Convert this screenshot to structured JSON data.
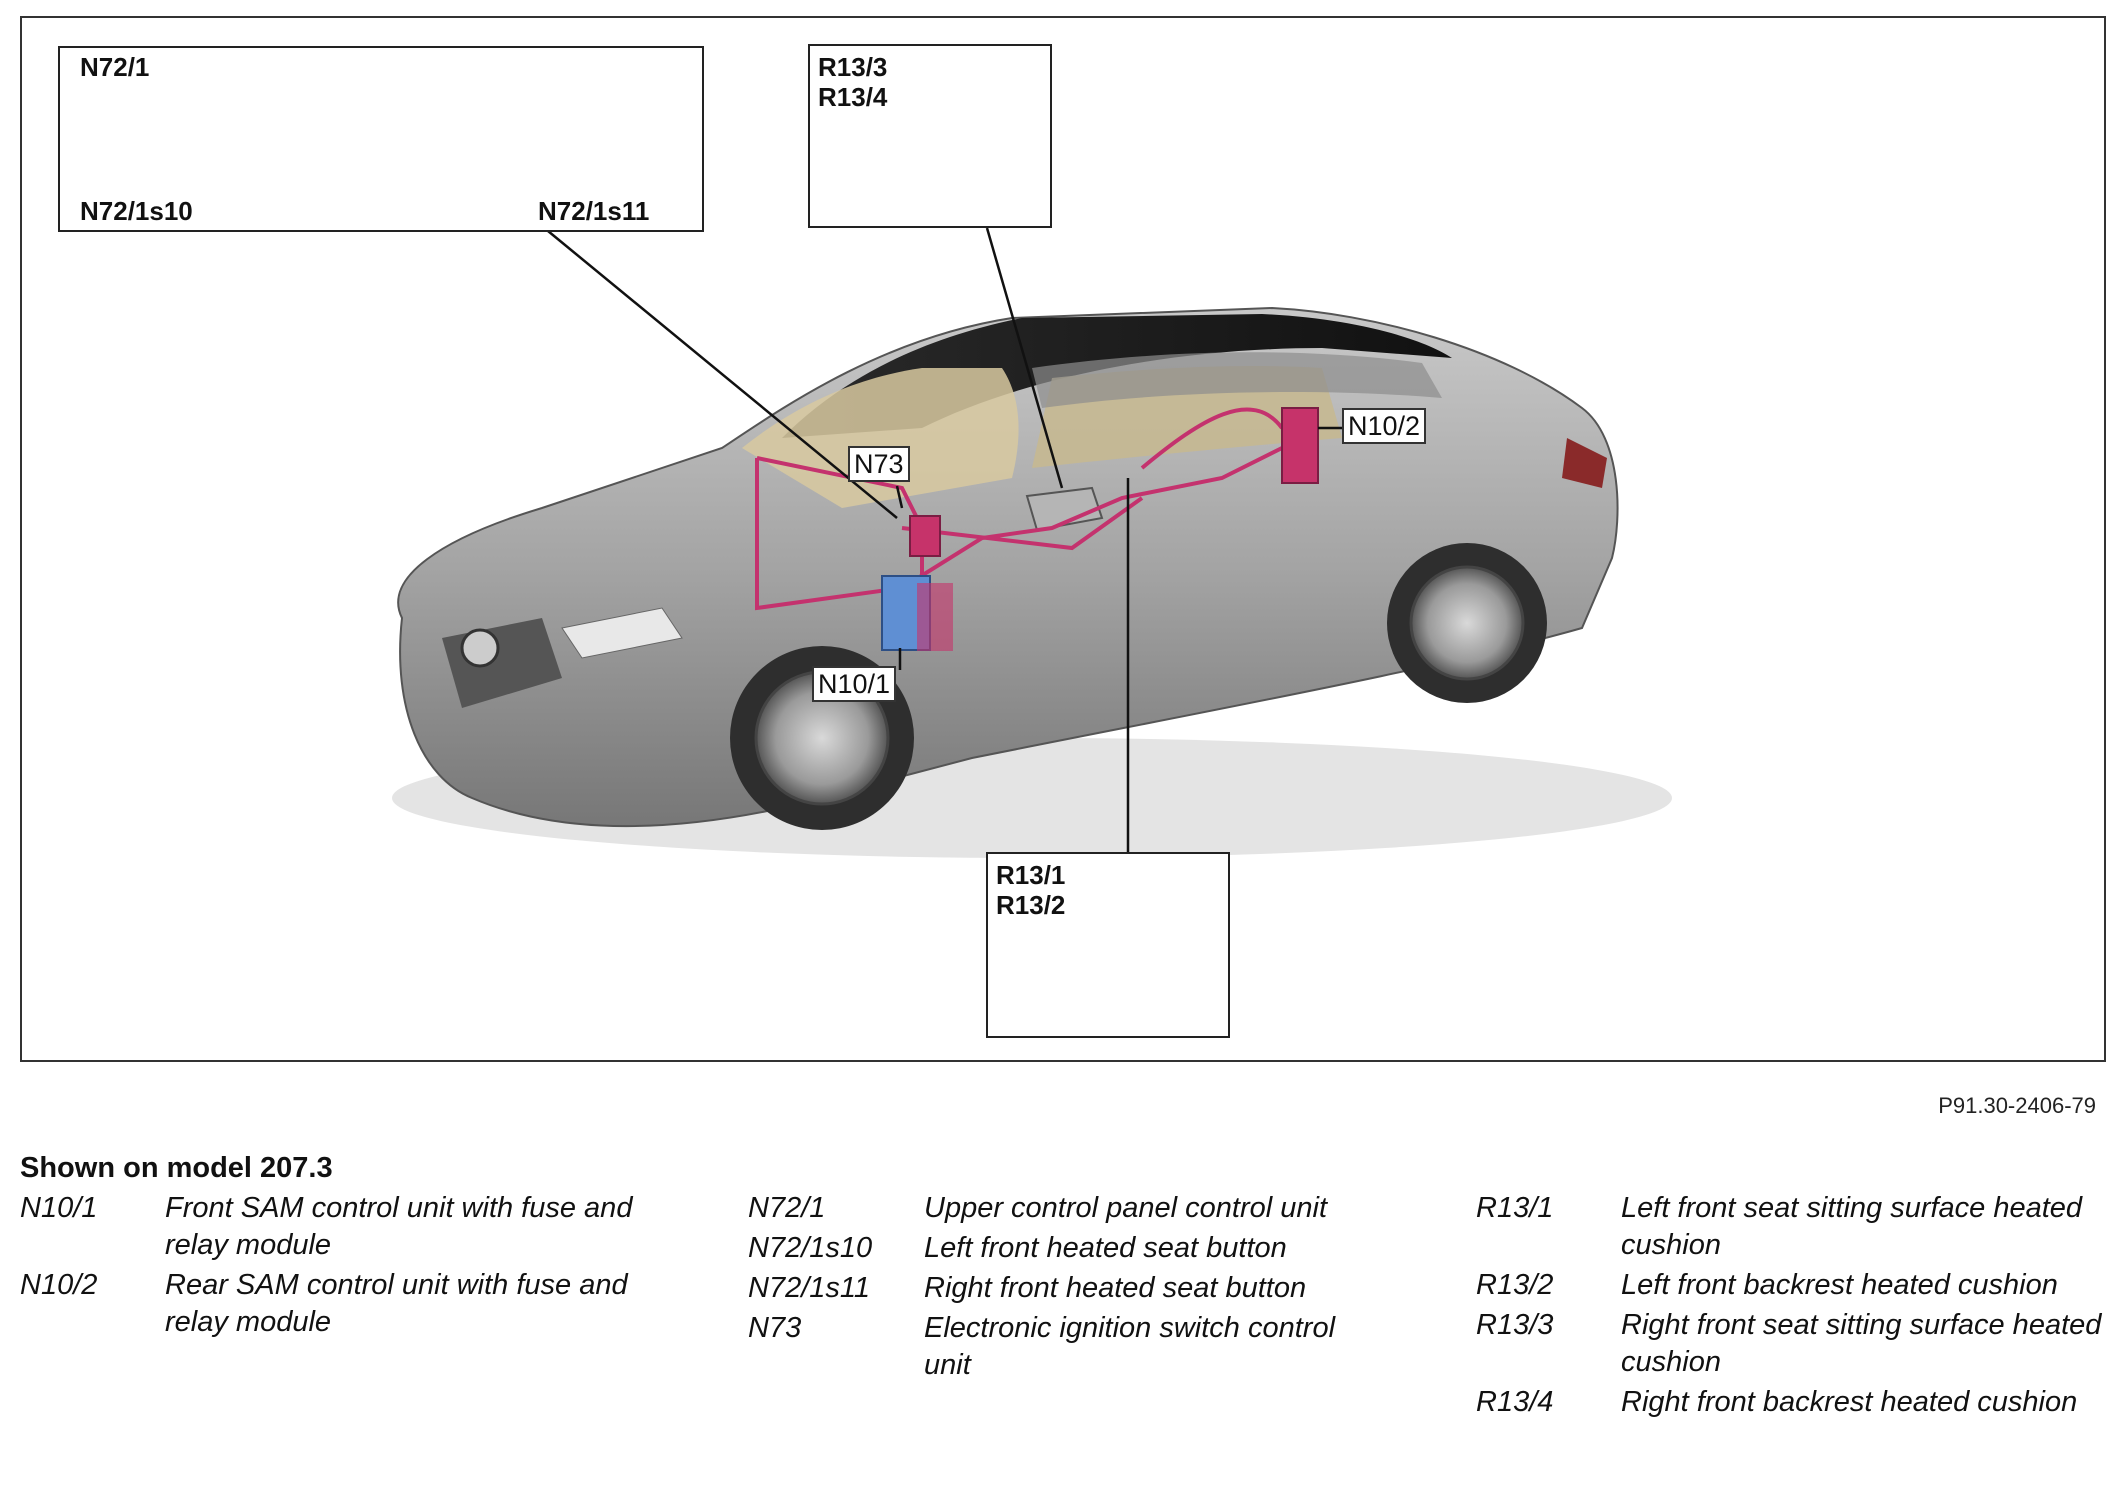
{
  "diagram": {
    "panel_label": "N72/1",
    "left_button_label": "N72/1s10",
    "right_button_label": "N72/1s11",
    "upper_seat_box": [
      "R13/3",
      "R13/4"
    ],
    "lower_seat_box": [
      "R13/1",
      "R13/2"
    ],
    "car_tags": {
      "n73": "N73",
      "n10_1": "N10/1",
      "n10_2": "N10/2"
    }
  },
  "ref_code": "P91.30-2406-79",
  "shown_on": "Shown on model 207.3",
  "legend": {
    "col1": [
      {
        "code": "N10/1",
        "desc": "Front SAM control unit with fuse and relay module"
      },
      {
        "code": "N10/2",
        "desc": "Rear SAM control unit with fuse and relay module"
      }
    ],
    "col2": [
      {
        "code": "N72/1",
        "desc": "Upper control panel control unit"
      },
      {
        "code": "N72/1s10",
        "desc": "Left front heated seat button"
      },
      {
        "code": "N72/1s11",
        "desc": "Right front heated seat button"
      },
      {
        "code": "N73",
        "desc": "Electronic ignition switch control unit"
      }
    ],
    "col3": [
      {
        "code": "R13/1",
        "desc": "Left front seat sitting surface heated cushion"
      },
      {
        "code": "R13/2",
        "desc": "Left front backrest heated cushion"
      },
      {
        "code": "R13/3",
        "desc": "Right front seat sitting surface heated cushion"
      },
      {
        "code": "R13/4",
        "desc": "Right front backrest heated cushion"
      }
    ]
  },
  "colors": {
    "car_body": "#a7a7a7",
    "wiring": "#c4326e",
    "front_sam": "#5f8fd3",
    "rear_sam": "#c6336a",
    "interior": "#d8c9a0"
  }
}
